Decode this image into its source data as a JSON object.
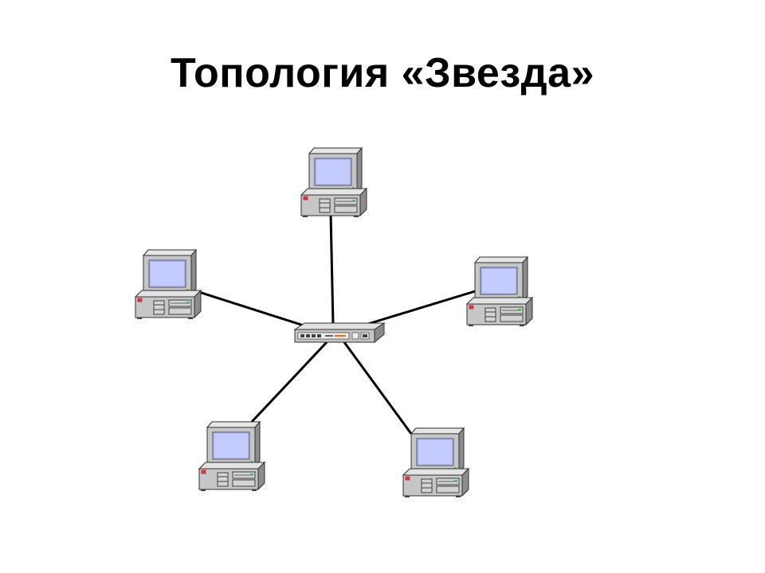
{
  "slide": {
    "title": "Топология «Звезда»"
  },
  "diagram": {
    "topology": "star",
    "hub": {
      "kind": "network-switch"
    },
    "nodes": [
      {
        "id": "pc-top",
        "kind": "computer"
      },
      {
        "id": "pc-left",
        "kind": "computer"
      },
      {
        "id": "pc-right",
        "kind": "computer"
      },
      {
        "id": "pc-bottom-left",
        "kind": "computer"
      },
      {
        "id": "pc-bottom-right",
        "kind": "computer"
      }
    ],
    "colors": {
      "line": "#000000",
      "device_body": "#c0c0c0",
      "screen": "#aab4ff",
      "led_red": "#ff3333",
      "led_green": "#33cc33",
      "led_orange": "#ff6600"
    }
  }
}
